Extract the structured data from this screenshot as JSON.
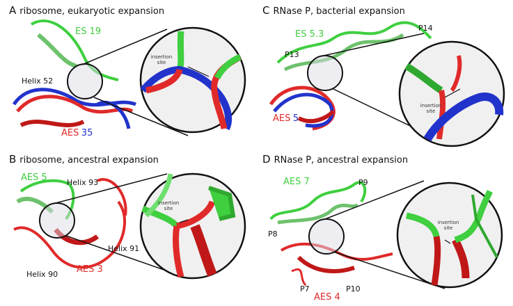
{
  "figure": {
    "panels": [
      {
        "letter": "A",
        "title": "ribosome, eukaryotic expansion",
        "labels": {
          "expansion": "ES 19",
          "helix": "Helix 52",
          "aes_a": "AES",
          "aes_b": "35"
        },
        "inset_label": "insertion\nsite",
        "colors": {
          "expansion": "#3fcf3f",
          "aes_red": "#e02a2a",
          "aes_blue": "#2233cc"
        }
      },
      {
        "letter": "B",
        "title": "ribosome, ancestral expansion",
        "labels": {
          "expansion": "AES 5",
          "helix_top": "Helix 93",
          "helix_right": "Helix 91",
          "helix_bottom": "Helix 90",
          "aes": "AES 3"
        },
        "inset_label": "insertion\nsite",
        "colors": {
          "expansion": "#3fcf3f",
          "aes": "#e02a2a"
        }
      },
      {
        "letter": "C",
        "title": "RNase P, bacterial expansion",
        "labels": {
          "expansion": "ES 5.3",
          "p_left": "P13",
          "p_right": "P14",
          "aes_a": "AES",
          "aes_b": "5"
        },
        "inset_label": "insertion\nsite",
        "colors": {
          "expansion": "#3fcf3f",
          "aes_red": "#e02a2a",
          "aes_blue": "#2233cc"
        }
      },
      {
        "letter": "D",
        "title": "RNase P, ancestral  expansion",
        "labels": {
          "expansion": "AES 7",
          "p_top": "P9",
          "p_left": "P8",
          "p_bl": "P7",
          "p_br": "P10",
          "aes": "AES 4"
        },
        "inset_label": "insertion\nsite",
        "colors": {
          "expansion": "#3fcf3f",
          "aes": "#e02a2a"
        }
      }
    ]
  }
}
